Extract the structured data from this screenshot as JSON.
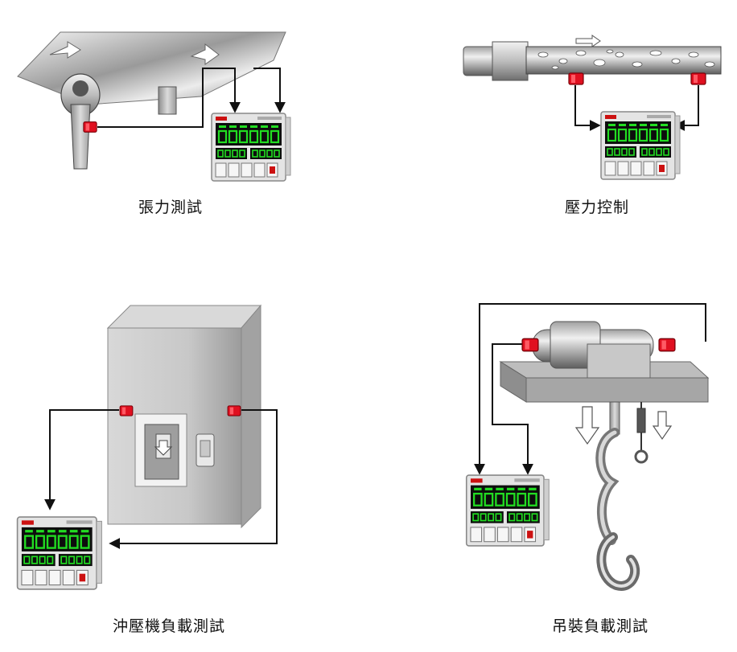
{
  "panels": [
    {
      "id": "tension",
      "caption": "張力測試"
    },
    {
      "id": "pressure",
      "caption": "壓力控制"
    },
    {
      "id": "press",
      "caption": "沖壓機負載測試"
    },
    {
      "id": "crane",
      "caption": "吊裝負載測試"
    }
  ],
  "colors": {
    "sensor": "#e01020",
    "wire": "#111111",
    "controller_body": "#e6e6e6",
    "display_bg": "#0d0d0d",
    "display_digits": "#22dd22",
    "metal_light": "#e8e8e8",
    "metal_dark": "#8a8a8a"
  },
  "icons": [
    "sensor-icon",
    "controller-icon",
    "arrow-icon",
    "hook-icon"
  ]
}
